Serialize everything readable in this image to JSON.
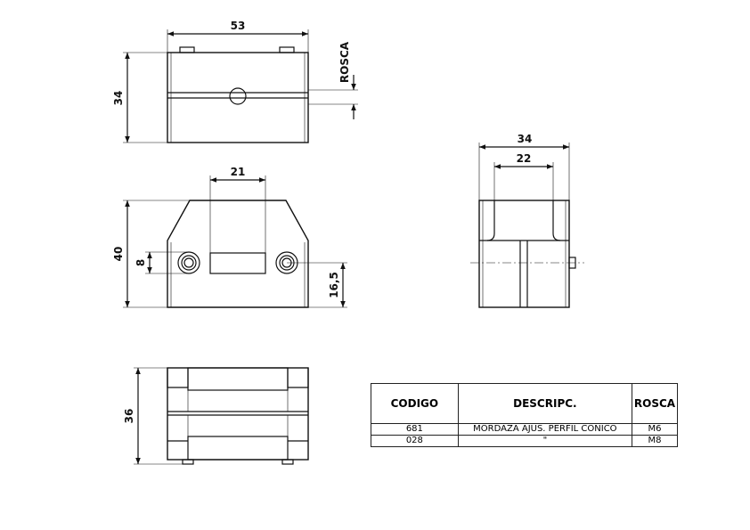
{
  "dimensions": {
    "top_width": "53",
    "top_height": "34",
    "thread_label": "ROSCA",
    "middle_width": "21",
    "middle_height": "40",
    "hole_spacing": "8",
    "hole_height": "16,5",
    "side_outer": "34",
    "side_inner": "22",
    "bottom_height": "36"
  },
  "table": {
    "headers": [
      "CODIGO",
      "DESCRIPC.",
      "ROSCA"
    ],
    "rows": [
      [
        "681",
        "MORDAZA AJUS. PERFIL CONICO",
        "M6"
      ],
      [
        "028",
        "\"",
        "M8"
      ]
    ]
  }
}
